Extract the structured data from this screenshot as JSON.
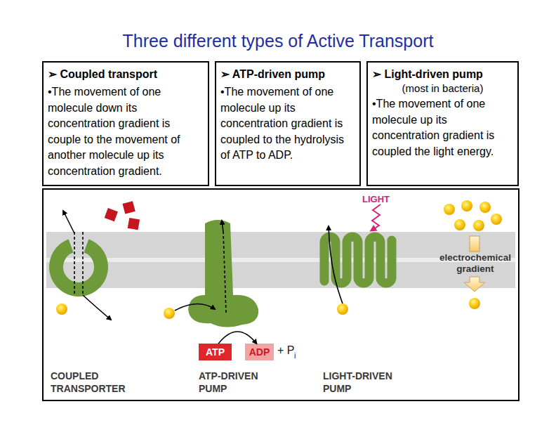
{
  "diagram": {
    "title": "Three different types of Active Transport",
    "nodes": [
      {
        "text": [
          "➢ Coupled transport",
          "•The movement of one molecule down its concentration gradient is couple to the movement of another molecule up its concentration gradient."
        ]
      },
      {
        "text": [
          "➢ ATP-driven pump",
          "•The movement of one molecule up its concentration gradient is coupled to the hydrolysis of ATP to ADP."
        ]
      },
      {
        "text": [
          "➢ Light-driven pump",
          "(most in bacteria)",
          "•The movement of one molecule up its concentration gradient is coupled the light energy."
        ]
      },
      {
        "text": [
          "ATP"
        ]
      },
      {
        "text": [
          "ADP"
        ]
      }
    ],
    "edges": [
      {
        "from": 3,
        "to": 4,
        "arrow": "to"
      }
    ],
    "labels": [
      "LIGHT",
      "electrochemical gradient",
      "+ P",
      "i",
      "COUPLED TRANSPORTER",
      "ATP-DRIVEN PUMP",
      "LIGHT-DRIVEN PUMP"
    ]
  }
}
